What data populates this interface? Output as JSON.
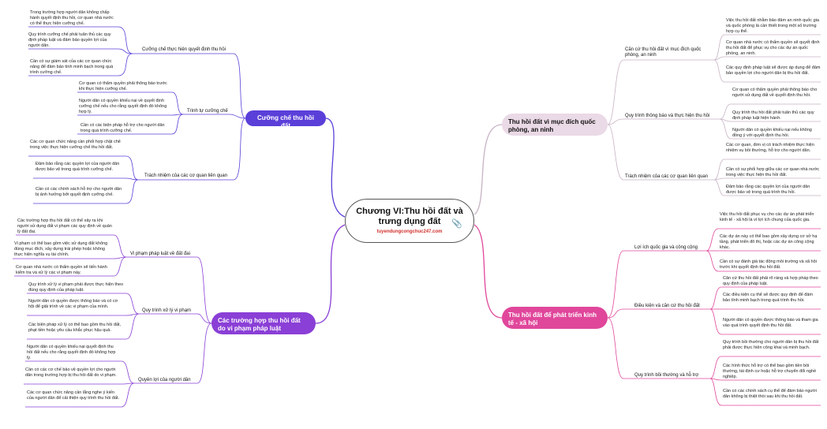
{
  "root": {
    "title": "Chương VI:Thu hồi đất và trưng dụng đất",
    "site": "tuyendungcongchuc247.com"
  },
  "branches": {
    "b1": {
      "title": "Cưỡng chế thu hồi đất",
      "s1": {
        "label": "Cưỡng chế thực hiện quyết định thu hồi",
        "l": [
          "Trong trường hợp người dân không chấp hành quyết định thu hồi, cơ quan nhà nước có thể thực hiện cưỡng chế.",
          "Quy trình cưỡng chế phải tuân thủ các quy định pháp luật và đảm bảo quyền lợi của người dân.",
          "Cần có sự giám sát của các cơ quan chức năng để đảm bảo tính minh bạch trong quá trình cưỡng chế."
        ]
      },
      "s2": {
        "label": "Trình tự cưỡng chế",
        "l": [
          "Cơ quan có thẩm quyền phải thông báo trước khi thực hiện cưỡng chế.",
          "Người dân có quyền khiếu nại về quyết định cưỡng chế nếu cho rằng quyết định đó không hợp lý.",
          "Cần có các biện pháp hỗ trợ cho người dân trong quá trình cưỡng chế."
        ]
      },
      "s3": {
        "label": "Trách nhiệm của các cơ quan liên quan",
        "l": [
          "Các cơ quan chức năng cần phối hợp chặt chẽ trong việc thực hiện cưỡng chế thu hồi đất.",
          "Đảm bảo rằng các quyền lợi của người dân được bảo vệ trong quá trình cưỡng chế.",
          "Cần có các chính sách hỗ trợ cho người dân bị ảnh hưởng bởi quyết định cưỡng chế."
        ]
      }
    },
    "b2": {
      "title": "Thu hồi đất vì mục đích quốc phòng, an ninh",
      "s1": {
        "label": "Căn cứ thu hồi đất vì mục đích quốc phòng, an ninh",
        "l": [
          "Việc thu hồi đất nhằm bảo đảm an ninh quốc gia và quốc phòng là cần thiết trong một số trường hợp cụ thể.",
          "Cơ quan nhà nước có thẩm quyền sẽ quyết định thu hồi đất để phục vụ cho các dự án quốc phòng, an ninh.",
          "Các quy định pháp luật sẽ được áp dụng để đảm bảo quyền lợi cho người dân bị thu hồi đất."
        ]
      },
      "s2": {
        "label": "Quy trình thông báo và thực hiện thu hồi",
        "l": [
          "Cơ quan có thẩm quyền phải thông báo cho người sử dụng đất về quyết định thu hồi.",
          "Quy trình thu hồi đất phải tuân thủ các quy định pháp luật hiện hành.",
          "Người dân có quyền khiếu nại nếu không đồng ý với quyết định thu hồi."
        ]
      },
      "s3": {
        "label": "Trách nhiệm của các cơ quan liên quan",
        "l": [
          "Các cơ quan, đơn vị có trách nhiệm thực hiện nhiệm vụ bồi thường, hỗ trợ cho người dân.",
          "Cần có sự phối hợp giữa các cơ quan nhà nước trong việc thực hiện thu hồi đất.",
          "Đảm bảo rằng các quyền lợi của người dân được bảo vệ trong quá trình thu hồi."
        ]
      }
    },
    "b3": {
      "title": "Các trường hợp thu hồi đất do vi phạm pháp luật",
      "s1": {
        "label": "Vi phạm pháp luật về đất đai",
        "l": [
          "Các trường hợp thu hồi đất có thể xảy ra khi người sử dụng đất vi phạm các quy định về quản lý đất đai.",
          "Vi phạm có thể bao gồm việc sử dụng đất không đúng mục đích, xây dựng trái phép hoặc không thực hiện nghĩa vụ tài chính.",
          "Cơ quan nhà nước có thẩm quyền sẽ tiến hành kiểm tra và xử lý các vi phạm này."
        ]
      },
      "s2": {
        "label": "Quy trình xử lý vi phạm",
        "l": [
          "Quy trình xử lý vi phạm phải được thực hiện theo đúng quy định của pháp luật.",
          "Người dân có quyền được thông báo và có cơ hội để giải trình về các vi phạm của mình.",
          "Các biện pháp xử lý có thể bao gồm thu hồi đất, phạt tiền hoặc yêu cầu khắc phục hậu quả."
        ]
      },
      "s3": {
        "label": "Quyền lợi của người dân",
        "l": [
          "Người dân có quyền khiếu nại quyết định thu hồi đất nếu cho rằng quyết định đó không hợp lý.",
          "Cần có các cơ chế bảo vệ quyền lợi cho người dân trong trường hợp bị thu hồi đất do vi phạm.",
          "Các cơ quan chức năng cần lắng nghe ý kiến của người dân để cải thiện quy trình thu hồi đất."
        ]
      }
    },
    "b4": {
      "title": "Thu hồi đất để phát triển kinh tế - xã hội",
      "s1": {
        "label": "Lợi ích quốc gia và công cộng",
        "l": [
          "Việc thu hồi đất phục vụ cho các dự án phát triển kinh tế - xã hội là vì lợi ích chung của quốc gia.",
          "Các dự án này có thể bao gồm xây dựng cơ sở hạ tầng, phát triển đô thị, hoặc các dự án công cộng khác.",
          "Cần có sự đánh giá tác động môi trường và xã hội trước khi quyết định thu hồi đất."
        ]
      },
      "s2": {
        "label": "Điều kiện và căn cứ thu hồi đất",
        "l": [
          "Căn cứ thu hồi đất phải rõ ràng và hợp pháp theo quy định của pháp luật.",
          "Các điều kiện cụ thể sẽ được quy định để đảm bảo tính minh bạch trong quá trình thu hồi.",
          "Người dân có quyền được thông báo và tham gia vào quá trình quyết định thu hồi đất."
        ]
      },
      "s3": {
        "label": "Quy trình bồi thường và hỗ trợ",
        "l": [
          "Quy trình bồi thường cho người dân bị thu hồi đất phải được thực hiện công khai và minh bạch.",
          "Các hình thức hỗ trợ có thể bao gồm tiền bồi thường, tái định cư hoặc hỗ trợ chuyển đổi nghề nghiệp.",
          "Cần có các chính sách cụ thể để đảm bảo người dân không bị thiệt thòi sau khi thu hồi đất."
        ]
      }
    }
  },
  "colors": {
    "b1": "#5b3fd9",
    "b2": "#c7b3c4",
    "b3": "#8a3fd6",
    "b4": "#e0479b"
  }
}
